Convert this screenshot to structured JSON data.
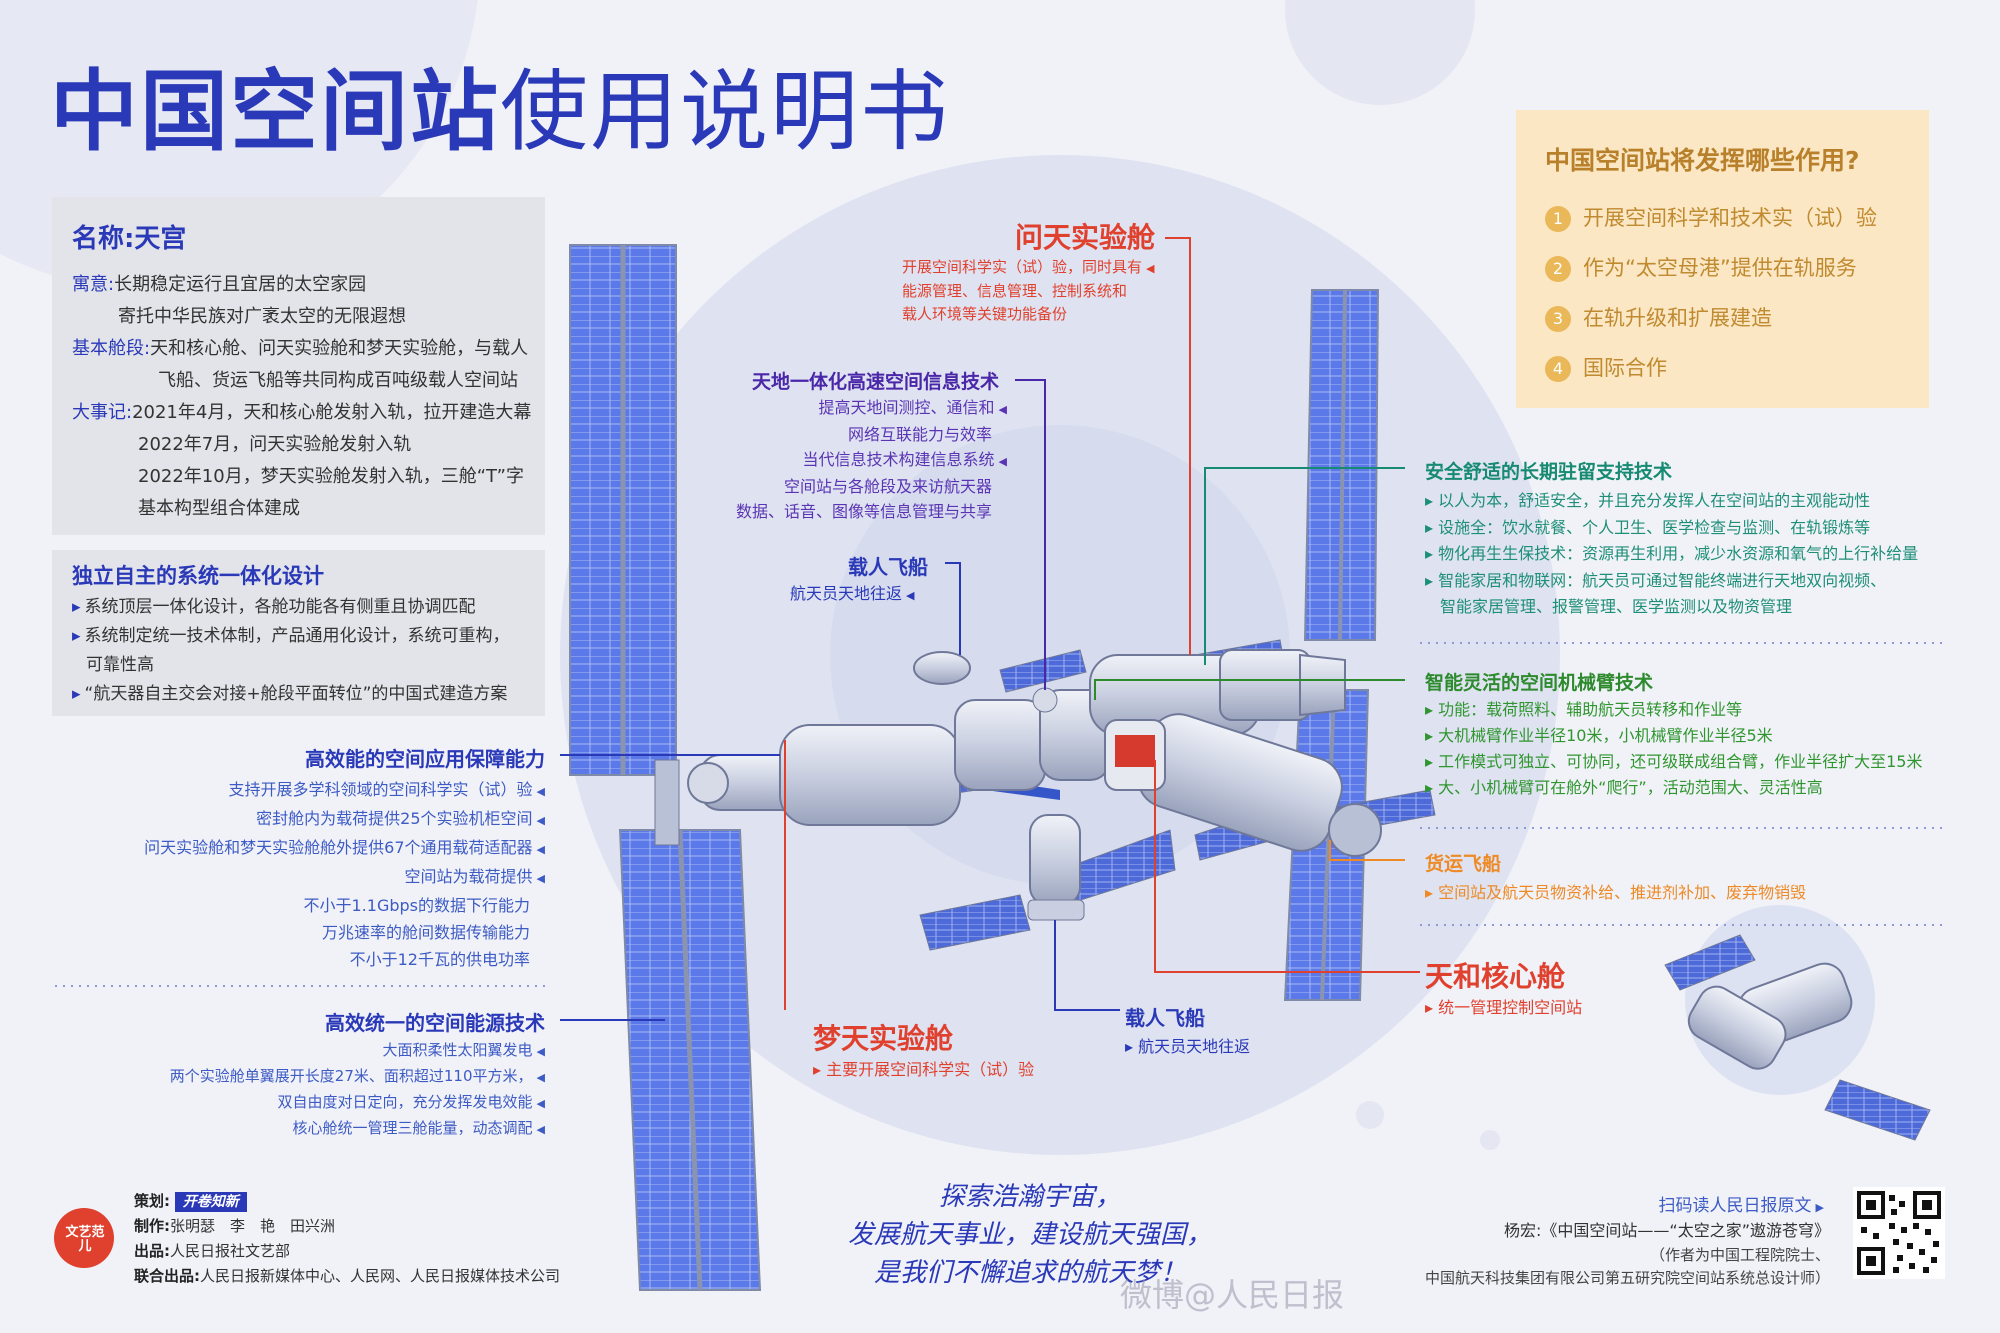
{
  "title": {
    "part1": "中国空间站",
    "part2": "使用说明书"
  },
  "name_panel": {
    "name": "名称:天宫",
    "rows": [
      {
        "key": "寓意:",
        "text": "长期稳定运行且宜居的太空家园"
      },
      {
        "key": "",
        "text": "寄托中华民族对广袤太空的无限遐想"
      },
      {
        "key": "基本舱段:",
        "text": "天和核心舱、问天实验舱和梦天实验舱，与载人"
      },
      {
        "key": "",
        "text": "飞船、货运飞船等共同构成百吨级载人空间站"
      },
      {
        "key": "大事记:",
        "text": "2021年4月，天和核心舱发射入轨，拉开建造大幕"
      },
      {
        "key": "",
        "text": "2022年7月，问天实验舱发射入轨"
      },
      {
        "key": "",
        "text": "2022年10月，梦天实验舱发射入轨，三舱“T”字"
      },
      {
        "key": "",
        "text": "基本构型组合体建成"
      }
    ]
  },
  "design": {
    "title": "独立自主的系统一体化设计",
    "items": [
      "系统顶层一体化设计，各舱功能各有侧重且协调匹配",
      "系统制定统一技术体制，产品通用化设计，系统可重构，",
      "可靠性高",
      "“航天器自主交会对接+舱段平面转位”的中国式建造方案"
    ]
  },
  "application": {
    "title": "高效能的空间应用保障能力",
    "items": [
      "支持开展多学科领域的空间科学实（试）验",
      "密封舱内为载荷提供25个实验机柜空间",
      "问天实验舱和梦天实验舱舱外提供67个通用载荷适配器",
      "空间站为载荷提供",
      "不小于1.1Gbps的数据下行能力",
      "万兆速率的舱间数据传输能力",
      "不小于12千瓦的供电功率"
    ]
  },
  "energy": {
    "title": "高效统一的空间能源技术",
    "items": [
      "大面积柔性太阳翼发电",
      "两个实验舱单翼展开长度27米、面积超过110平方米，",
      "双自由度对日定向，充分发挥发电效能",
      "核心舱统一管理三舱能量，动态调配"
    ]
  },
  "question": {
    "title": "中国空间站将发挥哪些作用?",
    "items": [
      {
        "num": "1",
        "text": "开展空间科学和技术实（试）验"
      },
      {
        "num": "2",
        "text": "作为“太空母港”提供在轨服务"
      },
      {
        "num": "3",
        "text": "在轨升级和扩展建造"
      },
      {
        "num": "4",
        "text": "国际合作"
      }
    ]
  },
  "wentian": {
    "title": "问天实验舱",
    "items": [
      "开展空间科学实（试）验，同时具有",
      "能源管理、信息管理、控制系统和",
      "载人环境等关键功能备份"
    ]
  },
  "info_tech": {
    "title": "天地一体化高速空间信息技术",
    "items": [
      "提高天地间测控、通信和",
      "网络互联能力与效率",
      "当代信息技术构建信息系统",
      "空间站与各舱段及来访航天器",
      "数据、话音、图像等信息管理与共享"
    ]
  },
  "crew_top": {
    "title": "载人飞船",
    "sub": "航天员天地往返"
  },
  "support": {
    "title": "安全舒适的长期驻留支持技术",
    "items": [
      "以人为本，舒适安全，并且充分发挥人在空间站的主观能动性",
      "设施全：饮水就餐、个人卫生、医学检查与监测、在轨锻炼等",
      "物化再生生保技术：资源再生利用，减少水资源和氧气的上行补给量",
      "智能家居和物联网：航天员可通过智能终端进行天地双向视频、",
      "智能家居管理、报警管理、医学监测以及物资管理"
    ]
  },
  "arm": {
    "title": "智能灵活的空间机械臂技术",
    "items": [
      "功能：载荷照料、辅助航天员转移和作业等",
      "大机械臂作业半径10米，小机械臂作业半径5米",
      "工作模式可独立、可协同，还可级联成组合臂，作业半径扩大至15米",
      "大、小机械臂可在舱外“爬行”，活动范围大、灵活性高"
    ]
  },
  "cargo": {
    "title": "货运飞船",
    "sub": "空间站及航天员物资补给、推进剂补加、废弃物销毁"
  },
  "tianhe": {
    "title": "天和核心舱",
    "sub": "统一管理控制空间站"
  },
  "mengtian": {
    "title": "梦天实验舱",
    "sub": "主要开展空间科学实（试）验"
  },
  "crew_bottom": {
    "title": "载人飞船",
    "sub": "航天员天地往返"
  },
  "credits": {
    "logo": "文艺范儿",
    "plan_label": "策划:",
    "plan_value": "开卷知新",
    "make_label": "制作:",
    "make_value": "张明瑟　李　艳　田兴洲",
    "pub_label": "出品:",
    "pub_value": "人民日报社文艺部",
    "joint_label": "联合出品:",
    "joint_value": "人民日报新媒体中心、人民网、人民日报媒体技术公司"
  },
  "slogan": [
    "探索浩瀚宇宙，",
    "发展航天事业，建设航天强国，",
    "是我们不懈追求的航天梦！"
  ],
  "scan_text": "扫码读人民日报原文",
  "author": [
    "杨宏:《中国空间站——“太空之家”遨游苍穹》",
    "（作者为中国工程院院士、",
    "中国航天科技集团有限公司第五研究院空间站系统总设计师）"
  ],
  "watermark": "微博@人民日报",
  "colors": {
    "blue": "#2a39b8",
    "red": "#e0412e",
    "green": "#178a72",
    "orange": "#ee8a26",
    "gold": "#b8802a",
    "purple": "#4a26a8"
  }
}
